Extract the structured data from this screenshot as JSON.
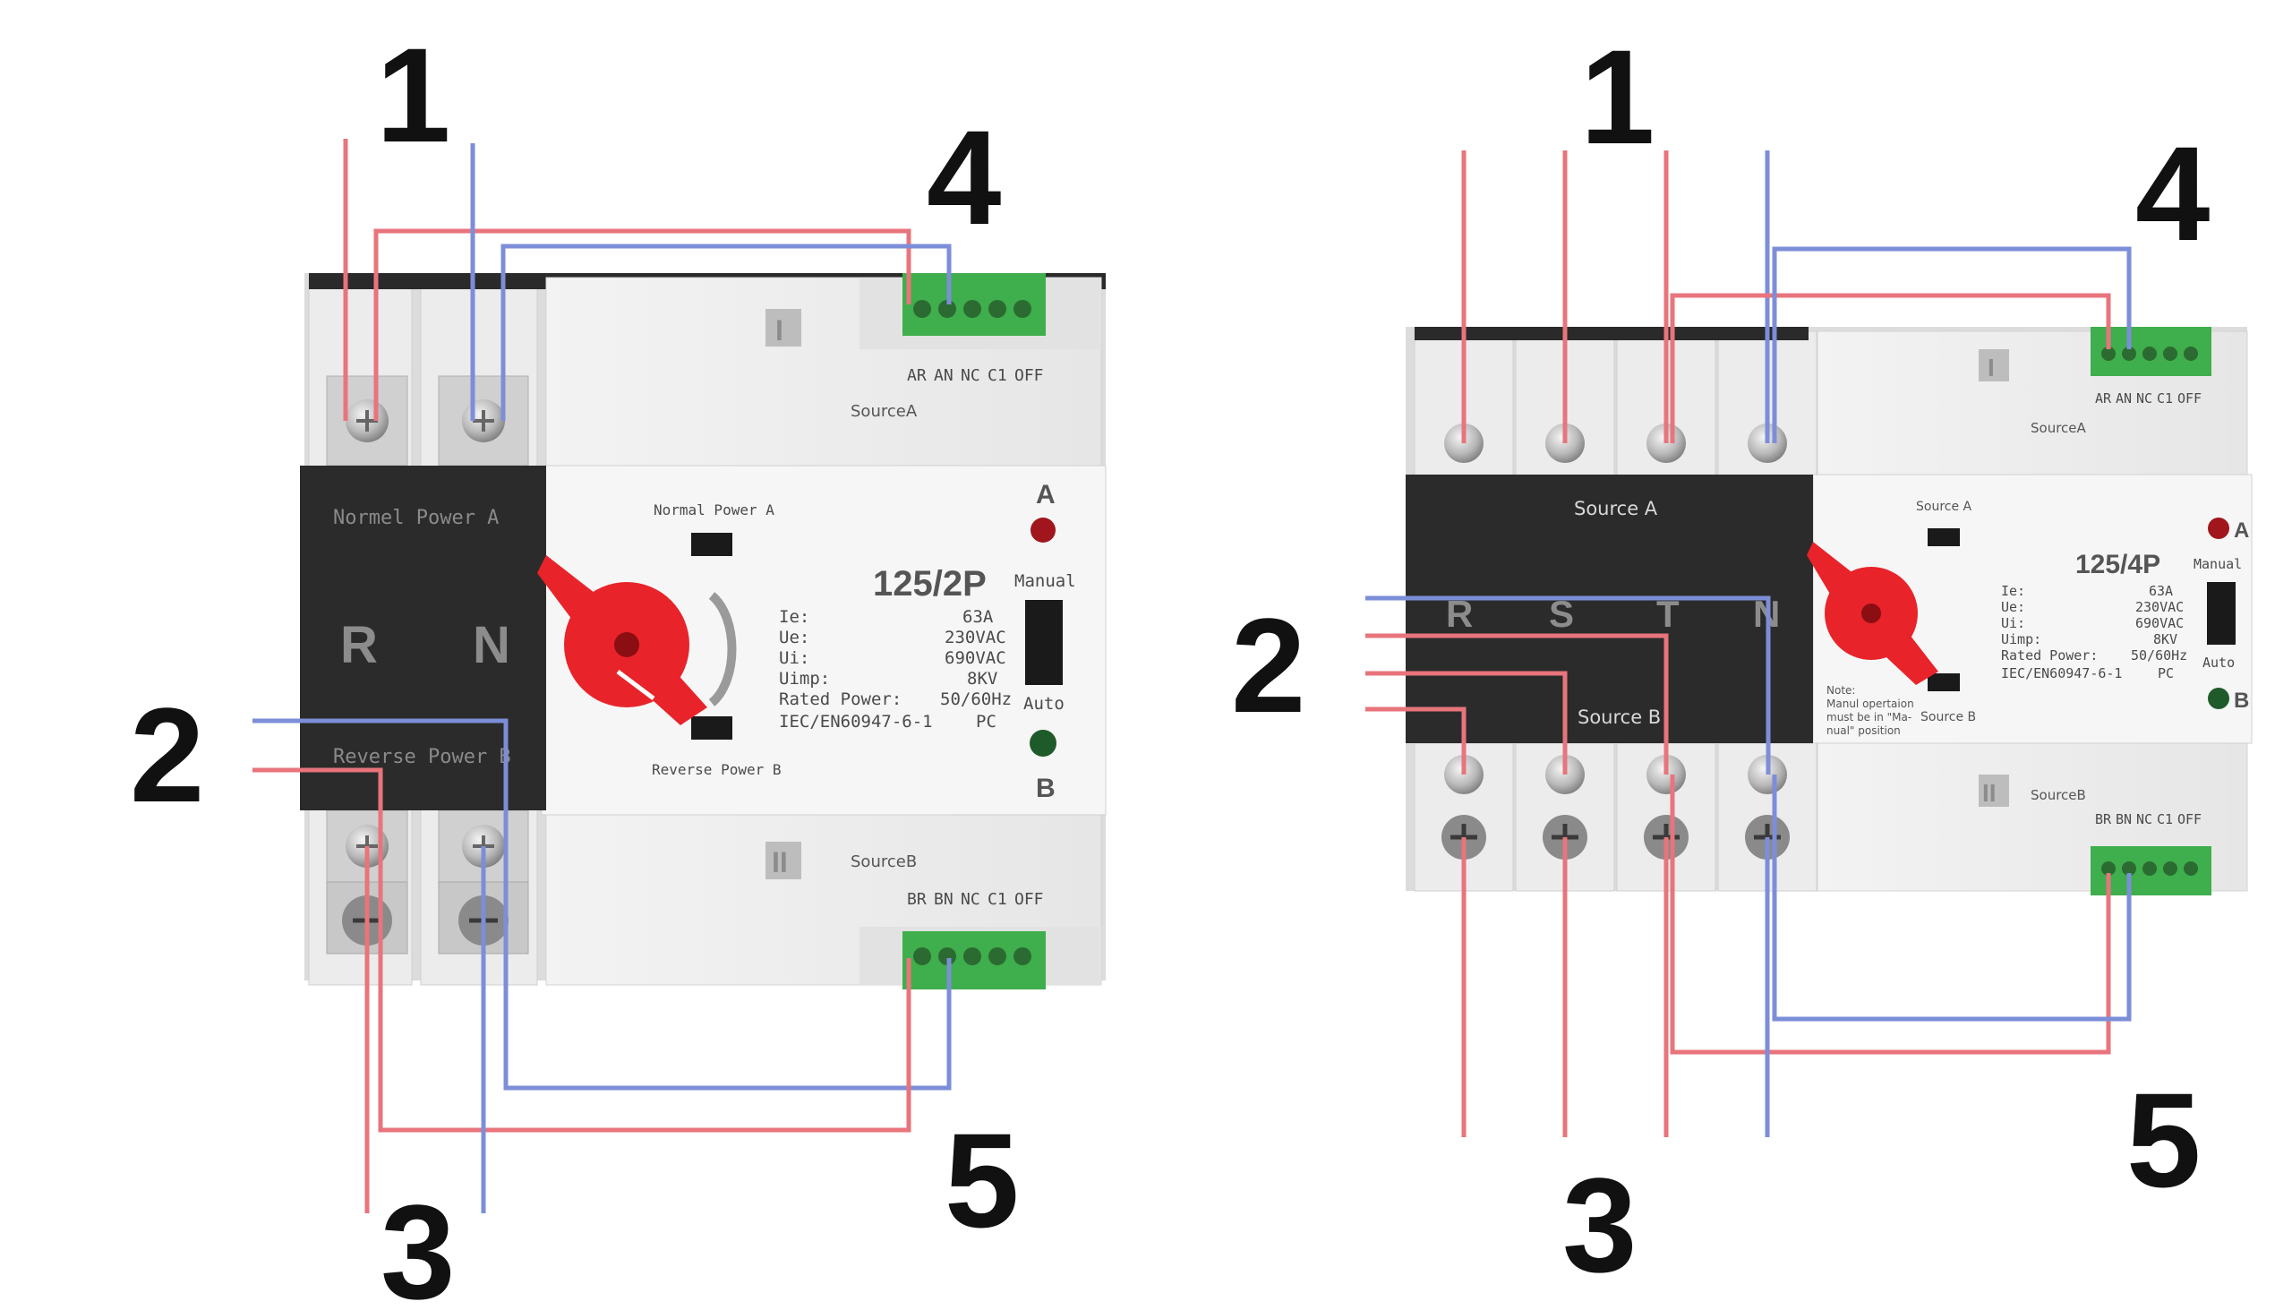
{
  "colors": {
    "red_wire": "#E8747C",
    "blue_wire": "#7D8ED8",
    "terminal_green": "#3FAE4C",
    "knob_red": "#E8232A",
    "panel_black": "#2A2A2A"
  },
  "callouts": [
    "1",
    "2",
    "3",
    "4",
    "5"
  ],
  "left_device": {
    "model": "125/2P",
    "dark_top_label": "Normel Power A",
    "dark_bottom_label": "Reverse Power B",
    "phases": [
      "R",
      "N"
    ],
    "normal_power_label": "Normal Power A",
    "reverse_power_label": "Reverse Power B",
    "source_a": "SourceA",
    "source_b": "SourceB",
    "roman_top": "I",
    "roman_bottom": "II",
    "top_terminals": [
      "AR",
      "AN",
      "NC",
      "C1",
      "OFF"
    ],
    "bottom_terminals": [
      "BR",
      "BN",
      "NC",
      "C1",
      "OFF"
    ],
    "indicator_a": "A",
    "indicator_b": "B",
    "manual": "Manual",
    "auto": "Auto",
    "specs_labels": [
      "Ie:",
      "Ue:",
      "Ui:",
      "Uimp:",
      "Rated Power:",
      "IEC/EN60947-6-1"
    ],
    "specs_values": [
      "63A",
      "230VAC",
      "690VAC",
      "8KV",
      "50/60Hz",
      "PC"
    ]
  },
  "right_device": {
    "model": "125/4P",
    "dark_top_label": "Source A",
    "dark_bottom_label": "Source B",
    "phases": [
      "R",
      "S",
      "T",
      "N"
    ],
    "normal_power_label": "Source A",
    "reverse_power_label": "Source B",
    "source_a": "SourceA",
    "source_b": "SourceB",
    "roman_top": "I",
    "roman_bottom": "II",
    "top_terminals": [
      "AR",
      "AN",
      "NC",
      "C1",
      "OFF"
    ],
    "bottom_terminals": [
      "BR",
      "BN",
      "NC",
      "C1",
      "OFF"
    ],
    "indicator_a": "A",
    "indicator_b": "B",
    "manual": "Manual",
    "auto": "Auto",
    "note": [
      "Note:",
      "Manul opertaion",
      "must be in \"Ma-",
      "nual\" position"
    ],
    "specs_labels": [
      "Ie:",
      "Ue:",
      "Ui:",
      "Uimp:",
      "Rated Power:",
      "IEC/EN60947-6-1"
    ],
    "specs_values": [
      "63A",
      "230VAC",
      "690VAC",
      "8KV",
      "50/60Hz",
      "PC"
    ]
  }
}
